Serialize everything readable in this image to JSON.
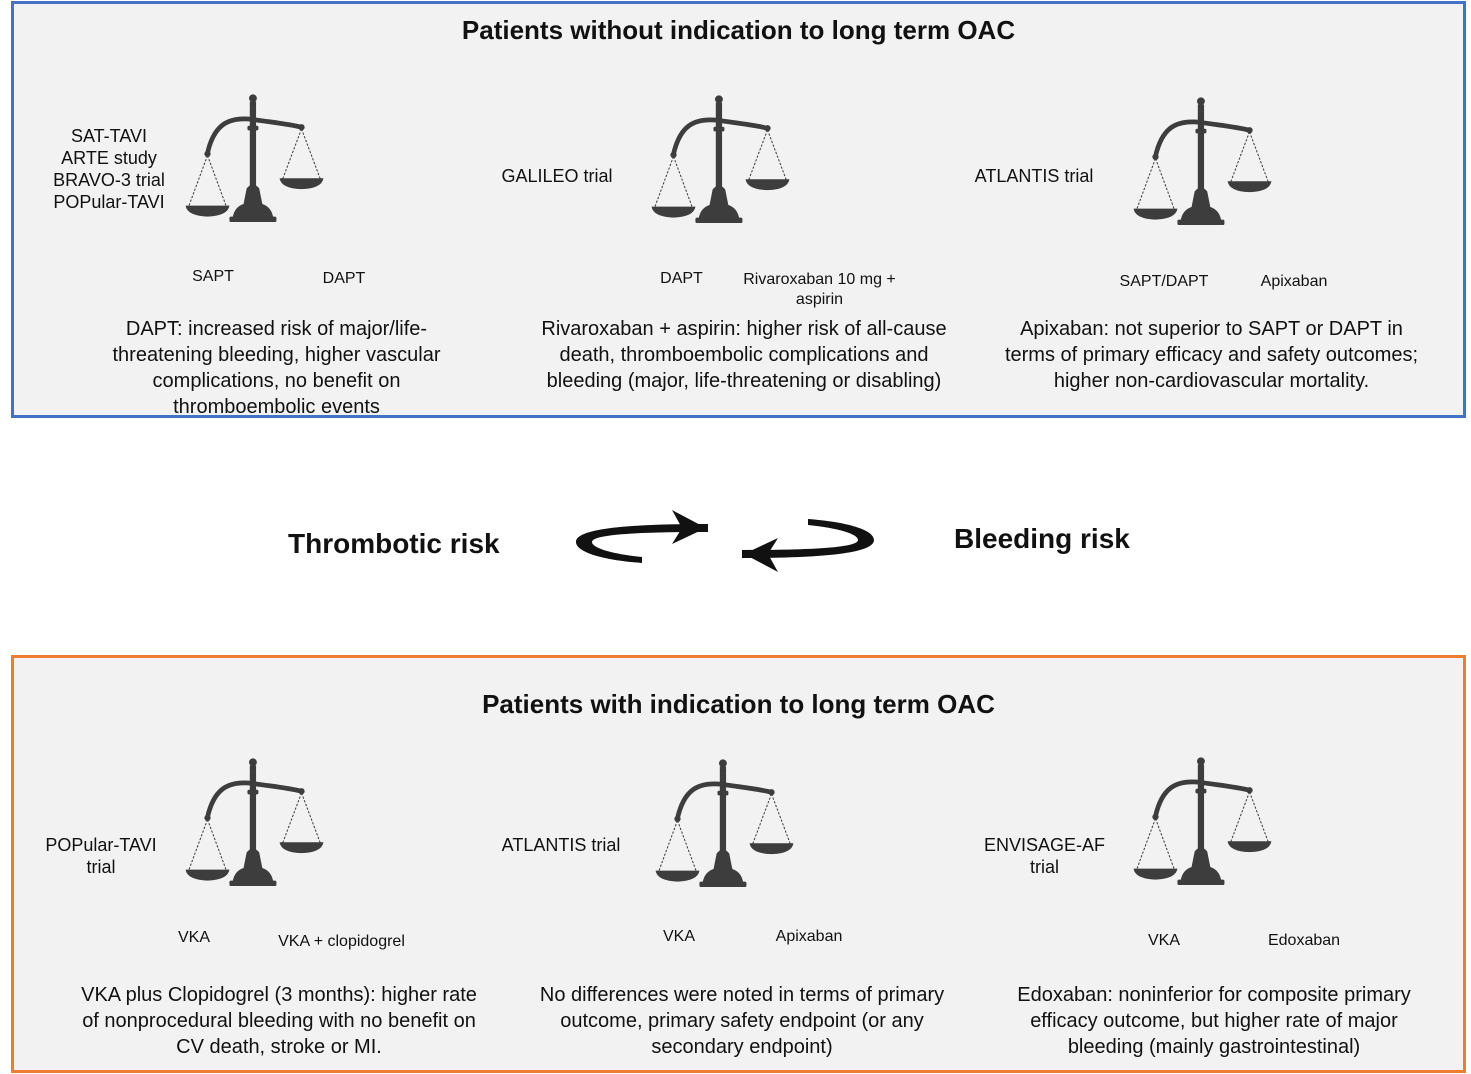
{
  "top_panel": {
    "title": "Patients without indication to long term OAC",
    "border_color": "#4472c4",
    "cards": [
      {
        "trial_lines": [
          "SAT-TAVI",
          "ARTE study",
          "BRAVO-3 trial",
          "POPular-TAVI"
        ],
        "left_option": "SAPT",
        "right_option": "DAPT",
        "finding": "DAPT: increased risk of major/life-threatening bleeding, higher vascular complications, no benefit on thromboembolic events"
      },
      {
        "trial_lines": [
          "GALILEO trial"
        ],
        "left_option": "DAPT",
        "right_option": "Rivaroxaban 10 mg + aspirin",
        "finding": "Rivaroxaban + aspirin: higher risk of all-cause death, thromboembolic complications and bleeding (major, life-threatening or disabling)"
      },
      {
        "trial_lines": [
          "ATLANTIS trial"
        ],
        "left_option": "SAPT/DAPT",
        "right_option": "Apixaban",
        "finding": "Apixaban: not superior to SAPT or DAPT in terms of primary efficacy and safety outcomes; higher non-cardiovascular mortality."
      }
    ]
  },
  "middle": {
    "left_label": "Thrombotic risk",
    "right_label": "Bleeding risk",
    "cycle_icon": "circular-arrows-icon"
  },
  "bottom_panel": {
    "title": "Patients with indication to long term OAC",
    "border_color": "#ed7d31",
    "cards": [
      {
        "trial_lines": [
          "POPular-TAVI",
          "trial"
        ],
        "left_option": "VKA",
        "right_option": "VKA + clopidogrel",
        "finding": "VKA plus Clopidogrel (3 months): higher rate of nonprocedural bleeding with no benefit on CV death, stroke or MI."
      },
      {
        "trial_lines": [
          "ATLANTIS trial"
        ],
        "left_option": "VKA",
        "right_option": "Apixaban",
        "finding": "No differences were noted in terms of primary outcome, primary safety endpoint (or any secondary endpoint)"
      },
      {
        "trial_lines": [
          "ENVISAGE-AF",
          "trial"
        ],
        "left_option": "VKA",
        "right_option": "Edoxaban",
        "finding": "Edoxaban: noninferior for composite primary efficacy outcome, but higher rate of major bleeding (mainly gastrointestinal)"
      }
    ]
  },
  "icons": {
    "scale": "balance-scale-icon",
    "scale_color": "#3d3d3d"
  }
}
